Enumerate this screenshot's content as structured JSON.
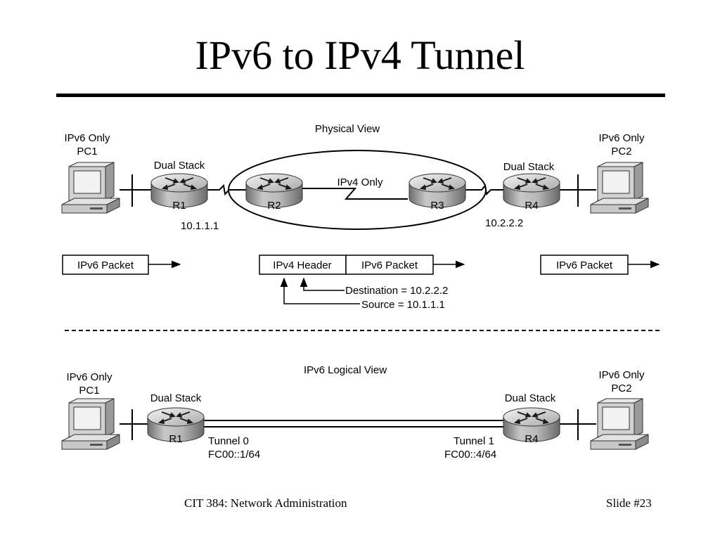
{
  "slide": {
    "title": "IPv6 to IPv4 Tunnel",
    "footer_left": "CIT 384: Network Administration",
    "footer_right": "Slide #23"
  },
  "physical": {
    "view_title": "Physical View",
    "pc1_line1": "IPv6 Only",
    "pc1_line2": "PC1",
    "pc2_line1": "IPv6 Only",
    "pc2_line2": "PC2",
    "dual_stack_left": "Dual Stack",
    "dual_stack_right": "Dual Stack",
    "r1": "R1",
    "r2": "R2",
    "r3": "R3",
    "r4": "R4",
    "ipv4_only": "IPv4 Only",
    "r1_addr": "10.1.1.1",
    "r4_addr": "10.2.2.2"
  },
  "packets": {
    "left_packet": "IPv6 Packet",
    "ipv4_header": "IPv4 Header",
    "inner_packet": "IPv6 Packet",
    "right_packet": "IPv6 Packet",
    "destination": "Destination = 10.2.2.2",
    "source": "Source = 10.1.1.1"
  },
  "logical": {
    "view_title": "IPv6 Logical View",
    "pc1_line1": "IPv6 Only",
    "pc1_line2": "PC1",
    "pc2_line1": "IPv6 Only",
    "pc2_line2": "PC2",
    "dual_stack_left": "Dual Stack",
    "dual_stack_right": "Dual Stack",
    "r1": "R1",
    "r4": "R4",
    "tunnel0": "Tunnel 0",
    "tunnel0_addr": "FC00::1/64",
    "tunnel1": "Tunnel 1",
    "tunnel1_addr": "FC00::4/64"
  }
}
